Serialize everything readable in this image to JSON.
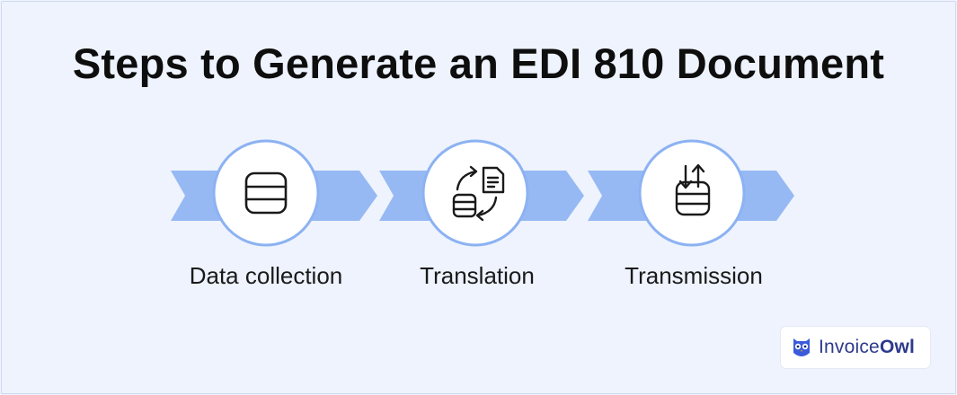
{
  "title": "Steps to Generate an EDI 810 Document",
  "steps": [
    {
      "label": "Data collection",
      "icon": "database-icon"
    },
    {
      "label": "Translation",
      "icon": "sync-document-icon"
    },
    {
      "label": "Transmission",
      "icon": "database-transfer-icon"
    }
  ],
  "brand": {
    "name_regular": "Invoice",
    "name_bold": "Owl",
    "icon": "owl-icon"
  },
  "colors": {
    "background": "#eef3fd",
    "arrow": "#96b9f4",
    "circle_border": "#8cb2f2",
    "icon_stroke": "#1a1a1a",
    "brand": "#2d3a8c"
  }
}
